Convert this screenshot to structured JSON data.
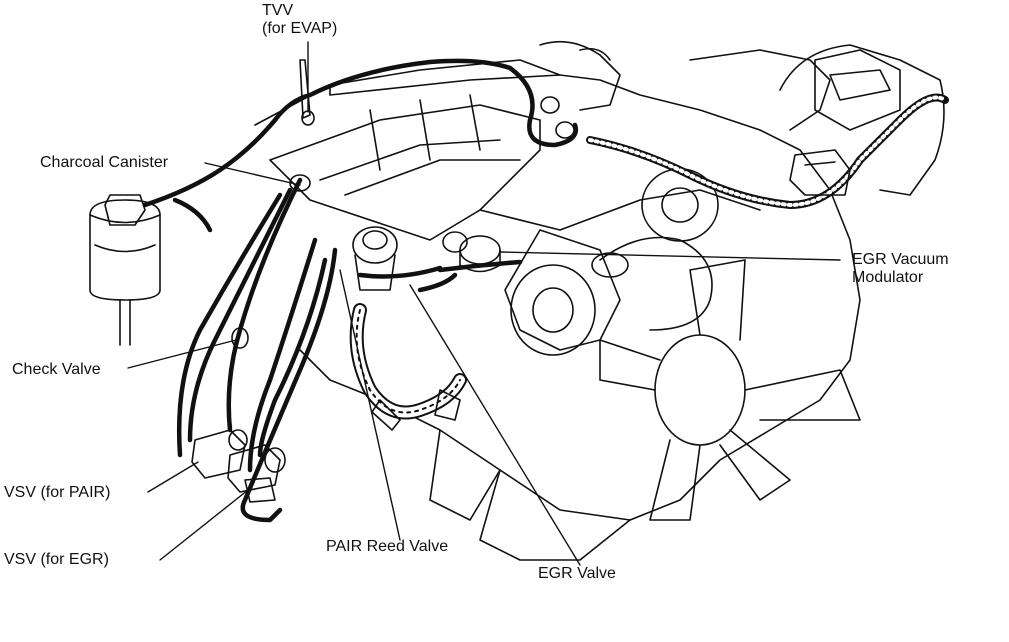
{
  "labels": {
    "tvv": "TVV\n(for EVAP)",
    "charcoal_canister": "Charcoal Canister",
    "check_valve": "Check Valve",
    "vsv_pair": "VSV (for PAIR)",
    "vsv_egr": "VSV (for EGR)",
    "pair_reed_valve": "PAIR Reed Valve",
    "egr_valve": "EGR Valve",
    "egr_vacuum_modulator": "EGR Vacuum\nModulator"
  },
  "colors": {
    "ink": "#111111",
    "background": "#ffffff"
  }
}
